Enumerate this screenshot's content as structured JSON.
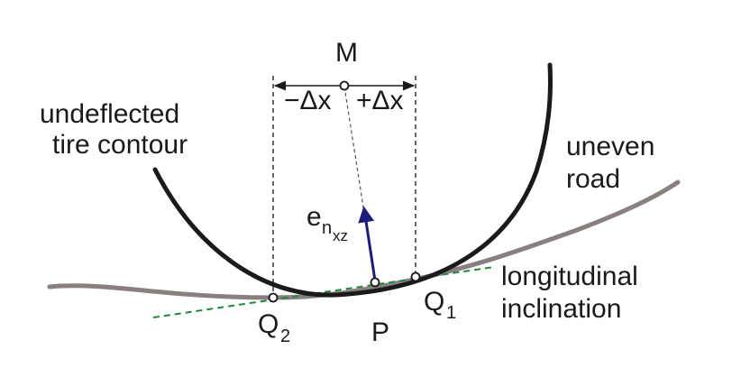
{
  "diagram": {
    "labels": {
      "M": "M",
      "minus_dx": "−Δx",
      "plus_dx": "+Δx",
      "tire_line1": "undeflected",
      "tire_line2": "tire contour",
      "road_line1": "uneven",
      "road_line2": "road",
      "incl_line1": "longitudinal",
      "incl_line2": "inclination",
      "P": "P",
      "Q1_main": "Q",
      "Q1_sub": "1",
      "Q2_main": "Q",
      "Q2_sub": "2",
      "e_main": "e",
      "e_sub1": "n",
      "e_sub2": "xz"
    },
    "colors": {
      "tire": "#1a1a1a",
      "road": "#8a7f7f",
      "tangent": "#1f8a3a",
      "normal_vector": "#1c1c7a",
      "construction": "#333333"
    }
  }
}
